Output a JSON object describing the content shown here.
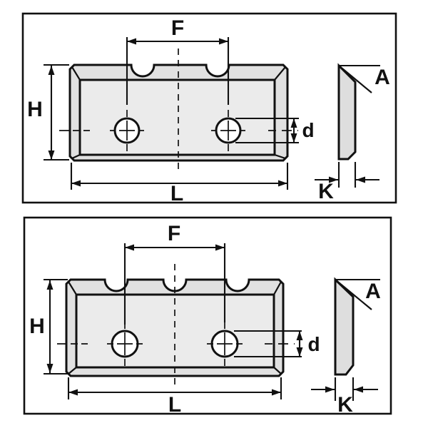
{
  "figure_type": "technical-drawing-reversible-knife-insert",
  "panels": [
    {
      "view": "two-notch insert, front and side view",
      "notch_count": 2,
      "hole_count": 2,
      "labels": {
        "F": "F",
        "H": "H",
        "L": "L",
        "d": "d",
        "A": "A",
        "K": "K"
      }
    },
    {
      "view": "three-notch insert, front and side view",
      "notch_count": 3,
      "hole_count": 2,
      "labels": {
        "F": "F",
        "H": "H",
        "L": "L",
        "d": "d",
        "A": "A",
        "K": "K"
      }
    }
  ],
  "colors": {
    "line": "#111111",
    "plate_bevel": "#e1e1e1",
    "plate_face": "#ebebeb",
    "profile": "#dedede",
    "hole": "#ffffff",
    "panel_background": "#ffffff"
  }
}
